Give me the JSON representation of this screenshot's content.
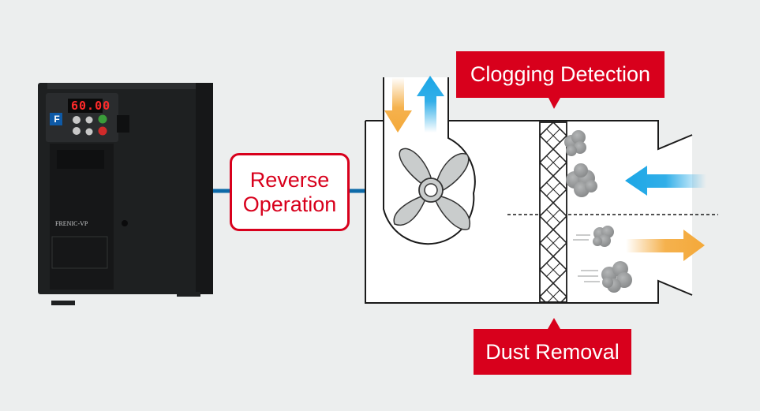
{
  "labels": {
    "clogging_detection": "Clogging Detection",
    "dust_removal": "Dust Removal",
    "reverse_operation": [
      "Reverse",
      "Operation"
    ]
  },
  "inverter": {
    "brand_glyph": "F",
    "display_value": "60.00",
    "model_name": "FRENIC-VP"
  },
  "colors": {
    "label_red": "#d8001c",
    "signal_line_blue": "#0d6aa8",
    "airflow_blue": "#1ba6e6",
    "airflow_orange": "#f4a93a",
    "inverter_body": "#1e2021",
    "background": "#eceeee"
  }
}
